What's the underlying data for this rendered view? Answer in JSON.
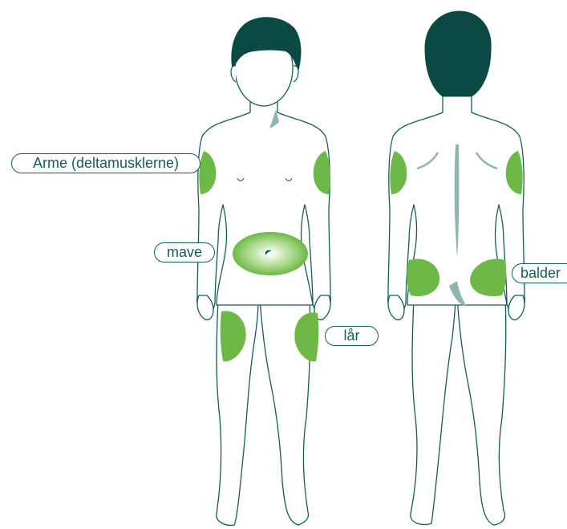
{
  "labels": {
    "arms": "Arme (deltamusklerne)",
    "stomach": "mave",
    "thighs": "lår",
    "buttocks": "balder"
  },
  "colors": {
    "outline": "#155c58",
    "hair": "#0b4a44",
    "injection_zone": "#6db847",
    "injection_zone_light": "#e8f5df",
    "shading": "#8fb5b1",
    "background": "#ffffff"
  },
  "icons": {
    "front_figure": "child-front-figure",
    "back_figure": "child-back-figure",
    "navel": "navel-mark"
  }
}
